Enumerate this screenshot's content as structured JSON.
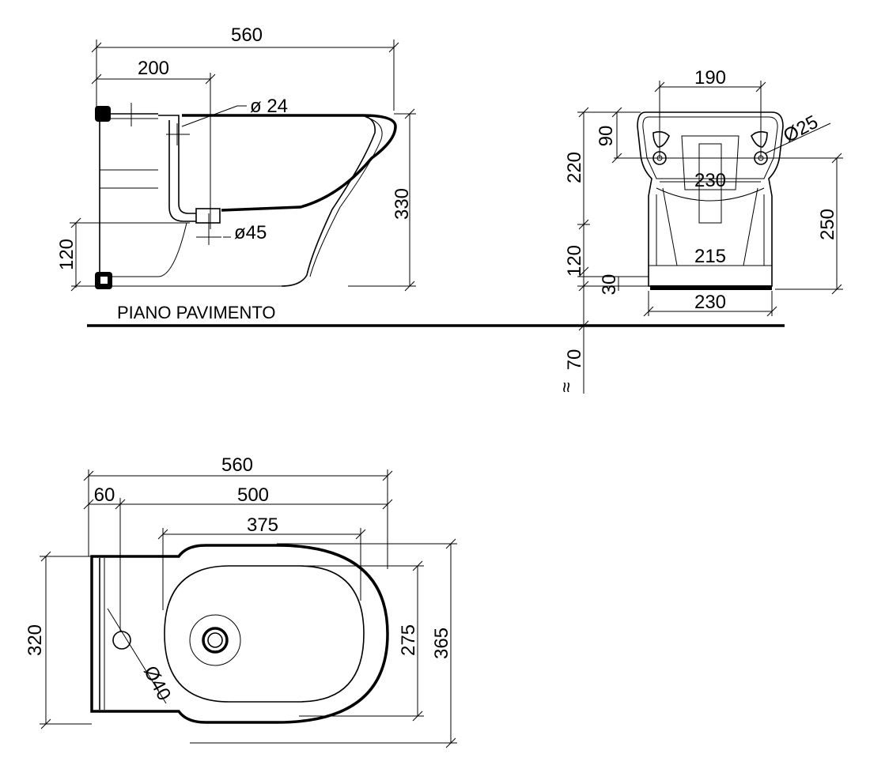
{
  "side_view": {
    "dim_length": "560",
    "dim_fixing": "200",
    "dim_pipe": "ø 24",
    "dim_drain": "ø45",
    "dim_height": "330",
    "dim_low": "120"
  },
  "floor_label": "PIANO PAVIMENTO",
  "rear_view": {
    "dim_hole_spacing": "190",
    "dim_hole": "Ø25",
    "dim_90": "90",
    "dim_220": "220",
    "dim_230_center": "230",
    "dim_250": "250",
    "dim_120": "120",
    "dim_215": "215",
    "dim_30": "30",
    "dim_230_base": "230",
    "dim_70": "70",
    "approx": "≈"
  },
  "plan_view": {
    "dim_length": "560",
    "dim_60": "60",
    "dim_500": "500",
    "dim_375": "375",
    "dim_320": "320",
    "dim_275": "275",
    "dim_365": "365",
    "dim_hole": "Ø40"
  }
}
